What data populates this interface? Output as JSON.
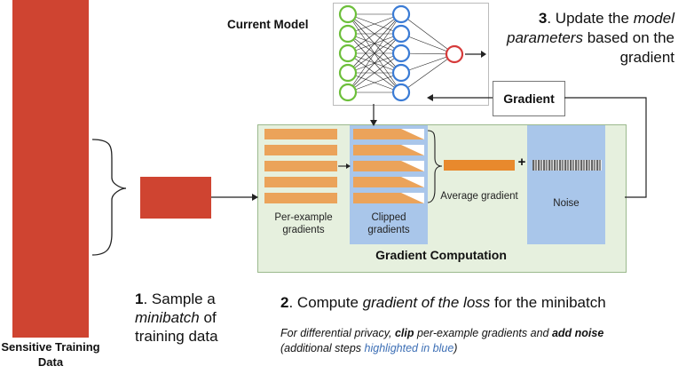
{
  "sensitive_data": {
    "label": "Sensitive Training Data",
    "color": "#cf4431"
  },
  "current_model": {
    "label": "Current Model"
  },
  "gradient_box": {
    "label": "Gradient"
  },
  "step1": {
    "number": "1",
    "text_pre": ". Sample a ",
    "text_em": "minibatch",
    "text_post": " of training data"
  },
  "step2": {
    "number": "2",
    "text_pre": ". Compute ",
    "text_em": "gradient of the loss",
    "text_post": " for the minibatch"
  },
  "step2_note": {
    "part1": "For differential privacy, ",
    "clip": "clip",
    "part2": " per-example gradients and ",
    "noise": "add noise",
    "part3": "(additional steps ",
    "highlight": "highlighted in blue",
    "part4": ")"
  },
  "step3": {
    "number": "3",
    "text_pre": ". Update the ",
    "em1": "model parameters",
    "text_post": " based on the gradient"
  },
  "computation": {
    "title": "Gradient Computation",
    "per_example_label": "Per-example gradients",
    "clipped_label": "Clipped gradients",
    "average_label": "Average gradient",
    "noise_label": "Noise",
    "plus": "+"
  },
  "colors": {
    "orange": "#e8892d",
    "panel_green": "#e6f0de",
    "panel_blue": "#a9c6ea",
    "red": "#cf4431"
  }
}
